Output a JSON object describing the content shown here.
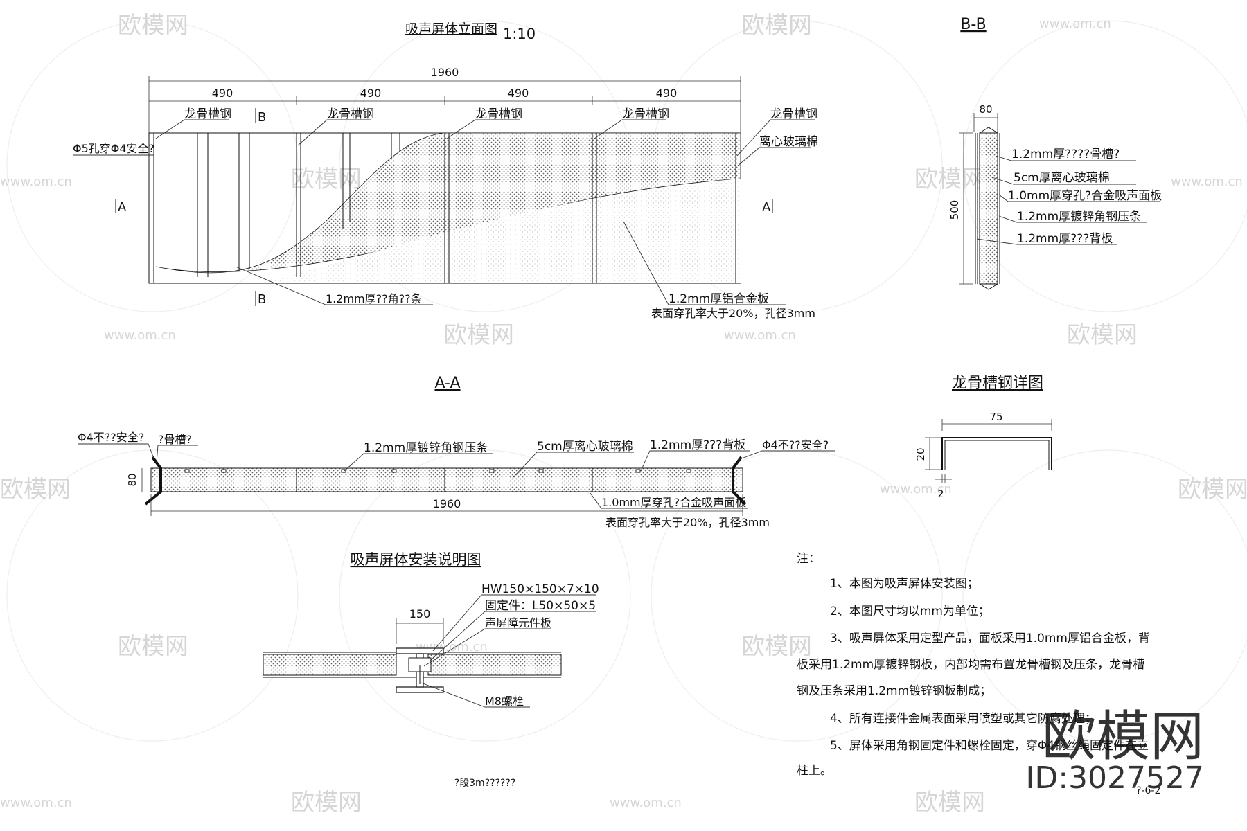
{
  "views": {
    "elevation": {
      "title": "吸声屏体立面图",
      "scale": "1:10",
      "overall_dim": "1960",
      "segment_dims": [
        "490",
        "490",
        "490",
        "490"
      ],
      "keel_labels": [
        "龙骨槽钢",
        "龙骨槽钢",
        "龙骨槽钢",
        "龙骨槽钢",
        "龙骨槽钢"
      ],
      "hole_label": "Φ5孔穿Φ4安全?",
      "cotton_label": "离心玻璃棉",
      "angle_strip_label": "1.2mm厚??角??条",
      "alu_plate_label": "1.2mm厚铝合金板",
      "perforation_label": "表面穿孔率大于20%，孔径3mm",
      "section_marks": {
        "a": "A",
        "b": "B"
      }
    },
    "section_bb": {
      "title": "B-B",
      "width_dim": "80",
      "height_dim": "500",
      "layers": [
        "1.2mm厚????骨槽?",
        "5cm厚离心玻璃棉",
        "1.0mm厚穿孔?合金吸声面板",
        "1.2mm厚镀锌角钢压条",
        "1.2mm厚???背板"
      ]
    },
    "section_aa": {
      "title": "A-A",
      "thickness_dim": "80",
      "length_dim": "1960",
      "left_bolt_label": "Φ4不??安全?",
      "left_keel_label": "?骨槽?",
      "strip_label": "1.2mm厚镀锌角钢压条",
      "cotton_label": "5cm厚离心玻璃棉",
      "back_label": "1.2mm厚???背板",
      "right_bolt_label": "Φ4不??安全?",
      "face_label": "1.0mm厚穿孔?合金吸声面板",
      "perforation_label": "表面穿孔率大于20%，孔径3mm"
    },
    "keel_detail": {
      "title": "龙骨槽钢详图",
      "width_dim": "75",
      "height_dim": "20",
      "thickness_dim": "2"
    },
    "install": {
      "title": "吸声屏体安装说明图",
      "width_dim": "150",
      "hw_label": "HW150×150×7×10",
      "fixing_label": "固定件：L50×50×5",
      "panel_label": "声屏障元件板",
      "bolt_label": "M8螺栓",
      "bottom_caption": "?段3m??????"
    }
  },
  "notes": {
    "heading": "注：",
    "items": [
      "1、本图为吸声屏体安装图；",
      "2、本图尺寸均以mm为单位；",
      "3、吸声屏体采用定型产品，面板采用1.0mm厚铝合金板，背",
      "板采用1.2mm厚镀锌钢板，内部均需布置龙骨槽钢及压条，龙骨槽",
      "钢及压条采用1.2mm镀锌钢板制成；",
      "4、所有连接件金属表面采用喷塑或其它防腐处理；",
      "5、屏体采用角钢固定件和螺栓固定，穿Φ4钢丝绳固定件在立",
      "柱上。"
    ],
    "sheet_no": "?-6-2"
  },
  "watermark": {
    "brand": "欧模网",
    "url": "www.om.cn",
    "big_brand": "欧模网",
    "id": "ID:3027527"
  },
  "colors": {
    "line": "#111111",
    "watermark": "#d6d6d6",
    "hatch": "#777777",
    "background": "#ffffff"
  }
}
